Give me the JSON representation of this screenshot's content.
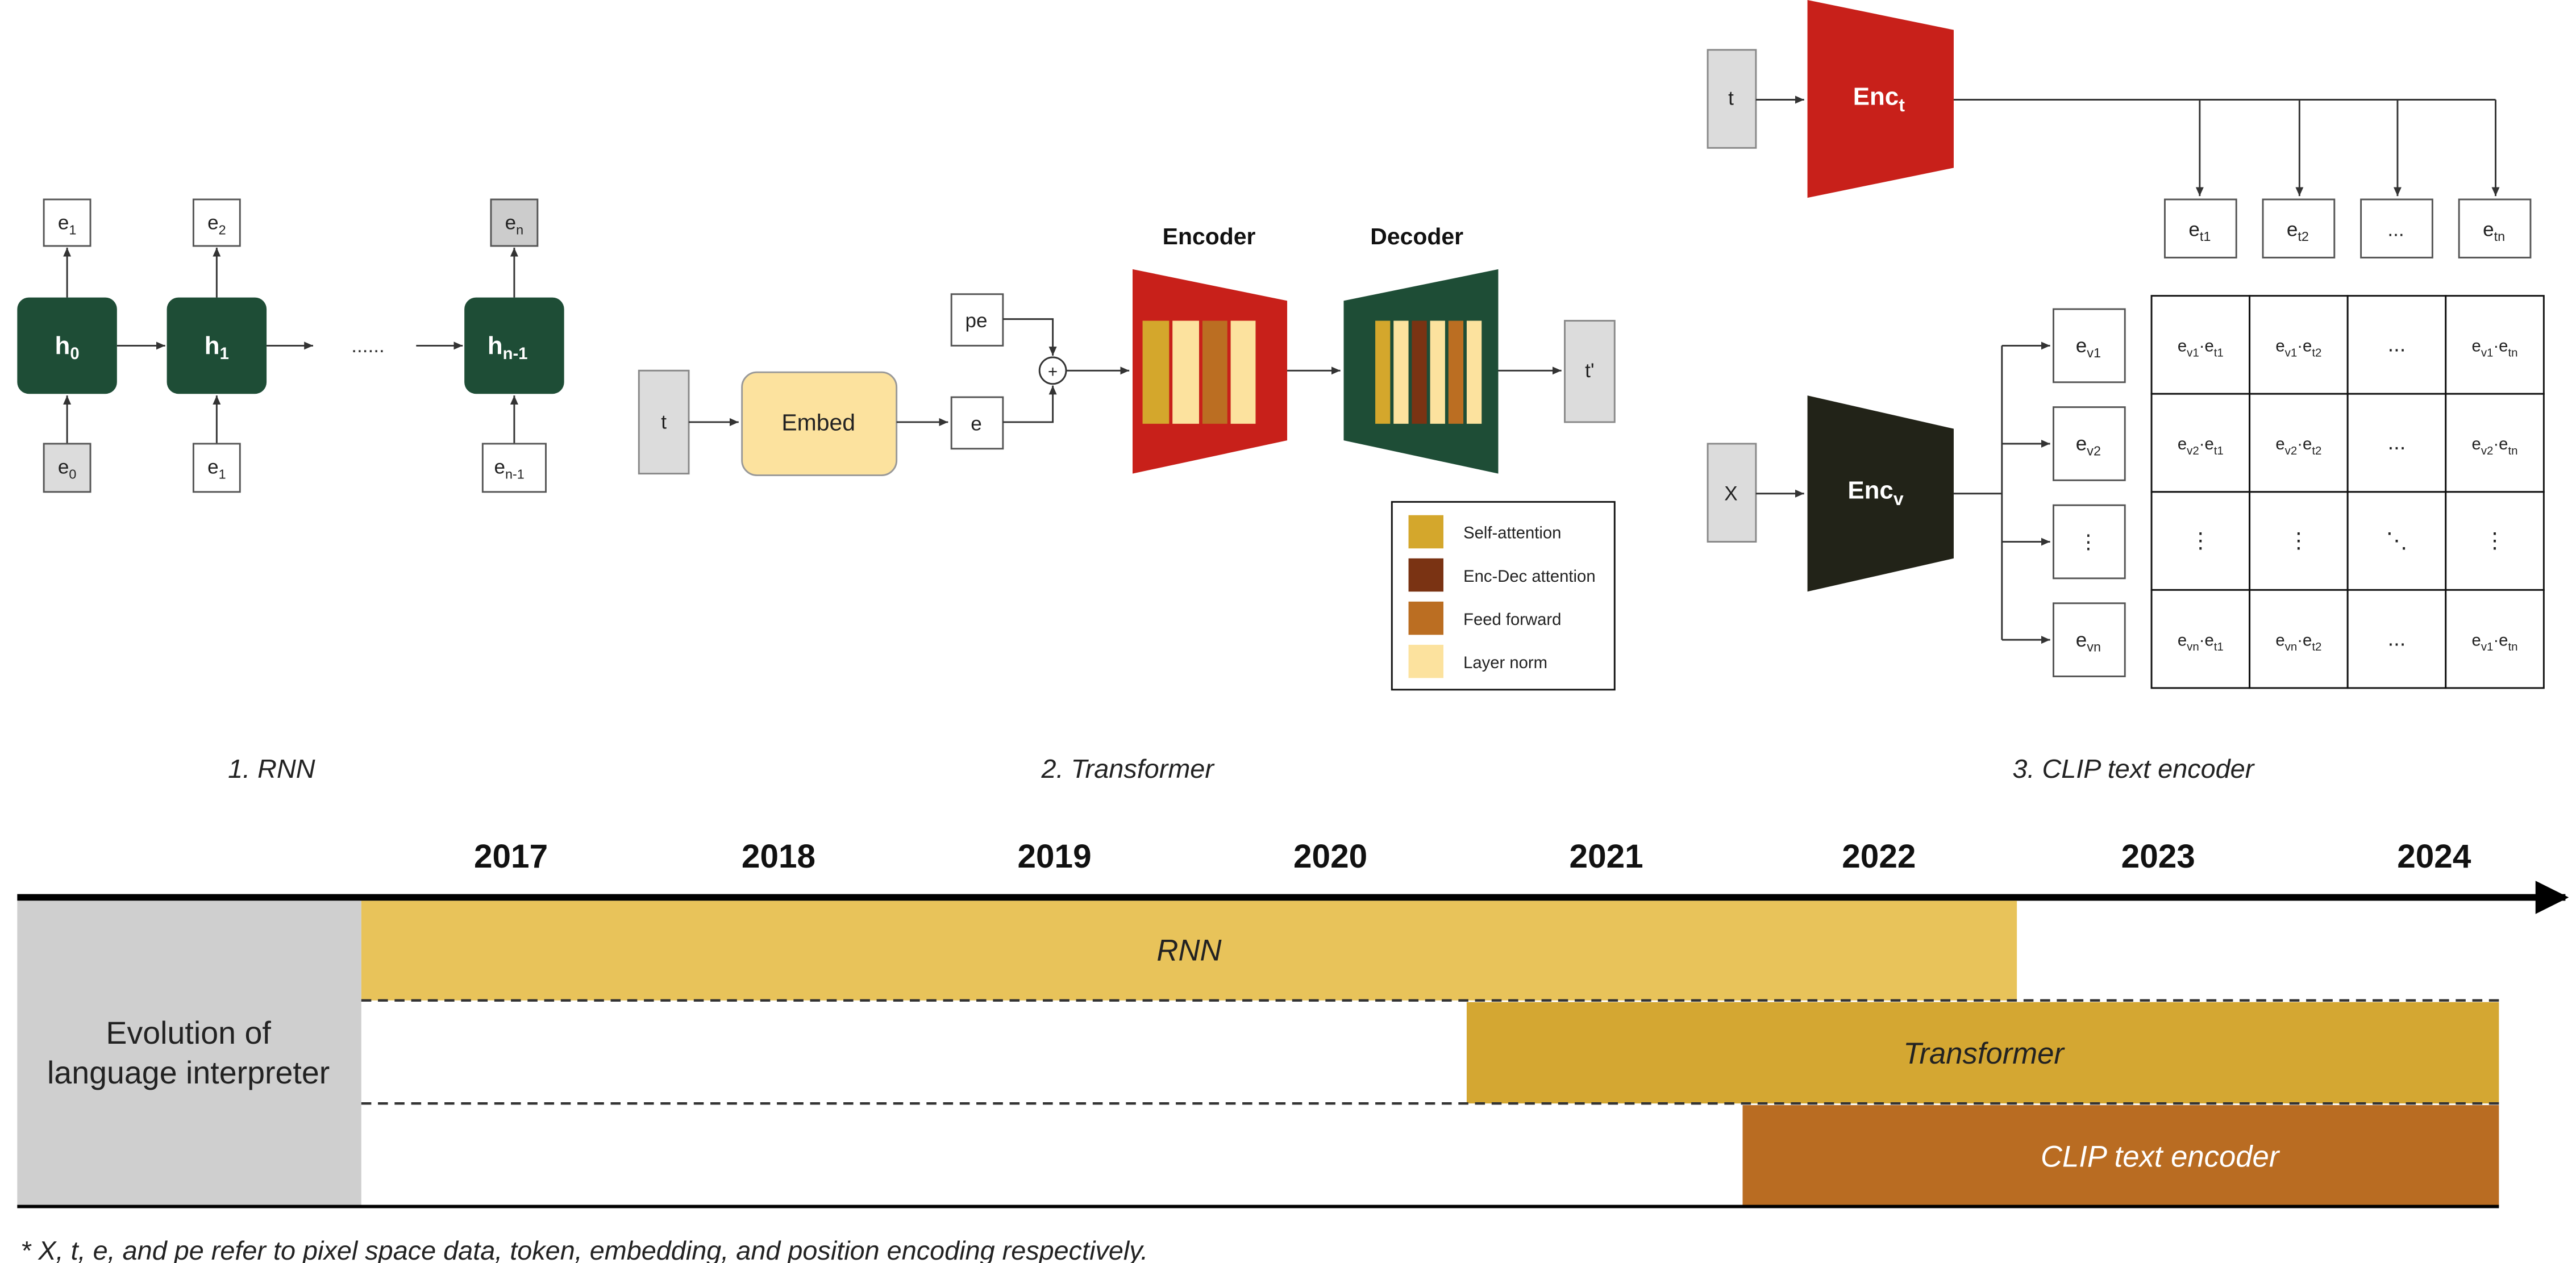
{
  "rnn": {
    "outputs": [
      "e",
      "e",
      "e"
    ],
    "output_subs": [
      "1",
      "2",
      "n"
    ],
    "hidden": [
      "h",
      "h",
      "h"
    ],
    "hidden_subs": [
      "0",
      "1",
      "n-1"
    ],
    "inputs": [
      "e",
      "e",
      "e"
    ],
    "input_subs": [
      "0",
      "1",
      "n-1"
    ],
    "ellipsis": "......",
    "caption": "1. RNN"
  },
  "transformer": {
    "token": "t",
    "embed": "Embed",
    "pe": "pe",
    "e": "e",
    "plus": "+",
    "encoder_title": "Encoder",
    "decoder_title": "Decoder",
    "output": "t'",
    "caption": "2. Transformer",
    "legend": [
      {
        "label": "Self-attention",
        "color": "#d4a72c"
      },
      {
        "label": "Enc-Dec attention",
        "color": "#7a3313"
      },
      {
        "label": "Feed forward",
        "color": "#bb6e22"
      },
      {
        "label": "Layer norm",
        "color": "#fce29e"
      }
    ]
  },
  "clip": {
    "t": "t",
    "enc_t": "Enc",
    "enc_t_sub": "t",
    "x": "X",
    "enc_v": "Enc",
    "enc_v_sub": "v",
    "text_emb": [
      {
        "main": "e",
        "sub": "t1"
      },
      {
        "main": "e",
        "sub": "t2"
      },
      {
        "main": "...",
        "sub": ""
      },
      {
        "main": "e",
        "sub": "tn"
      }
    ],
    "vis_emb": [
      {
        "main": "e",
        "sub": "v1"
      },
      {
        "main": "e",
        "sub": "v2"
      },
      {
        "main": "⋮",
        "sub": ""
      },
      {
        "main": "e",
        "sub": "vn"
      }
    ],
    "matrix": [
      [
        {
          "kind": "prod",
          "a": "v1",
          "b": "t1"
        },
        {
          "kind": "prod",
          "a": "v1",
          "b": "t2"
        },
        {
          "kind": "sym",
          "text": "..."
        },
        {
          "kind": "prod",
          "a": "v1",
          "b": "tn"
        }
      ],
      [
        {
          "kind": "prod",
          "a": "v2",
          "b": "t1"
        },
        {
          "kind": "prod",
          "a": "v2",
          "b": "t2"
        },
        {
          "kind": "sym",
          "text": "..."
        },
        {
          "kind": "prod",
          "a": "v2",
          "b": "tn"
        }
      ],
      [
        {
          "kind": "sym",
          "text": "⋮"
        },
        {
          "kind": "sym",
          "text": "⋮"
        },
        {
          "kind": "sym",
          "text": "⋱"
        },
        {
          "kind": "sym",
          "text": "⋮"
        }
      ],
      [
        {
          "kind": "prod",
          "a": "vn",
          "b": "t1"
        },
        {
          "kind": "prod",
          "a": "vn",
          "b": "t2"
        },
        {
          "kind": "sym",
          "text": "..."
        },
        {
          "kind": "prod",
          "a": "v1",
          "b": "tn"
        }
      ]
    ],
    "caption": "3. CLIP text encoder"
  },
  "timeline": {
    "years": [
      "2017",
      "2018",
      "2019",
      "2020",
      "2021",
      "2022",
      "2023",
      "2024"
    ],
    "row_label": [
      "Evolution of",
      "language interpreter"
    ],
    "bars": [
      {
        "label": "RNN",
        "color": "#e8c35a"
      },
      {
        "label": "Transformer",
        "color": "#d4a732"
      },
      {
        "label": "CLIP text encoder",
        "color": "#b96c22"
      }
    ],
    "colors": {
      "label_bg": "#cfcfcf"
    }
  },
  "footnote": "* X, t, e, and pe refer to pixel space data, token, embedding, and position encoding respectively."
}
